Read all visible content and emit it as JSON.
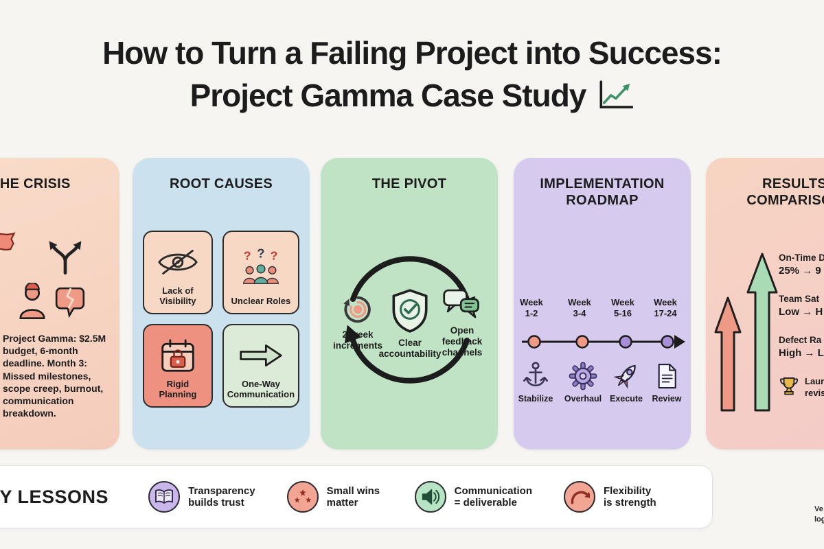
{
  "title": {
    "line1": "How to Turn a Failing Project into Success:",
    "line2": "Project Gamma Case Study"
  },
  "panels": {
    "crisis": {
      "title": "THE CRISIS",
      "body": "Project Gamma: $2.5M budget, 6-month deadline. Month 3: Missed milestones, scope creep, burnout, communication breakdown."
    },
    "root_causes": {
      "title": "ROOT CAUSES",
      "boxes": [
        {
          "label": "Lack of Visibility",
          "icon": "eye-off-icon"
        },
        {
          "label": "Unclear Roles",
          "icon": "unclear-roles-icon"
        },
        {
          "label": "Rigid Planning",
          "icon": "locked-calendar-icon"
        },
        {
          "label": "One-Way Communication",
          "icon": "one-way-arrow-icon"
        }
      ]
    },
    "pivot": {
      "title": "THE PIVOT",
      "items": [
        {
          "label": "2-week increments",
          "icon": "cycle-increments-icon"
        },
        {
          "label": "Clear accountability",
          "icon": "shield-check-icon"
        },
        {
          "label": "Open feedback channels",
          "icon": "chat-bubbles-icon"
        }
      ]
    },
    "roadmap": {
      "title_line1": "IMPLEMENTATION",
      "title_line2": "ROADMAP",
      "weeks": [
        {
          "top": "Week",
          "range": "1-2"
        },
        {
          "top": "Week",
          "range": "3-4"
        },
        {
          "top": "Week",
          "range": "5-16"
        },
        {
          "top": "Week",
          "range": "17-24"
        }
      ],
      "phases": [
        {
          "label": "Stabilize",
          "icon": "anchor-icon"
        },
        {
          "label": "Overhaul",
          "icon": "gear-icon"
        },
        {
          "label": "Execute",
          "icon": "rocket-icon"
        },
        {
          "label": "Review",
          "icon": "document-icon"
        }
      ]
    },
    "results": {
      "title_line1": "RESULTS",
      "title_line2": "COMPARISON",
      "metrics": [
        {
          "name": "On-Time D",
          "value": "25% → 9"
        },
        {
          "name": "Team Sat",
          "value": "Low → H"
        },
        {
          "name": "Defect Ra",
          "value": "High → L"
        },
        {
          "name": "Laun",
          "value": "revis"
        }
      ]
    }
  },
  "lessons": {
    "title": "KEY LESSONS",
    "items": [
      {
        "label": "Transparency builds trust",
        "icon": "book-icon"
      },
      {
        "label": "Small wins matter",
        "icon": "stars-icon"
      },
      {
        "label": "Communication = deliverable",
        "icon": "speaker-icon"
      },
      {
        "label": "Flexibility is strength",
        "icon": "curved-arrow-icon"
      }
    ]
  },
  "watermark": {
    "line1": "Ve",
    "line2": "log"
  },
  "colors": {
    "background": "#f6f5f2",
    "ink": "#1c1c1c",
    "panel_crisis": "#f8d7c4",
    "panel_root_causes": "#cbe2ee",
    "panel_pivot": "#bfe3c4",
    "panel_roadmap": "#d6caee",
    "panel_results": "#f6d0c2",
    "accent_salmon": "#ef9a86",
    "accent_red": "#ee9181",
    "accent_purple": "#a68fd6",
    "accent_green": "#a9dcb4"
  }
}
